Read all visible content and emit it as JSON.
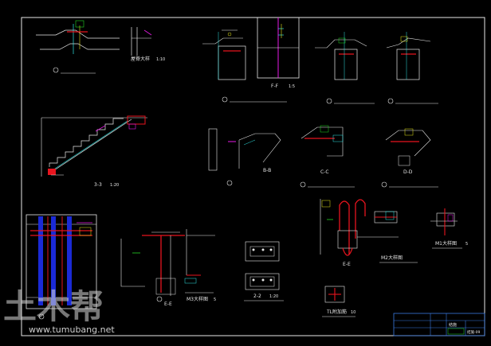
{
  "labels": {
    "ridge": "屋脊大样",
    "ridge_scale": "1:10",
    "ff": "F-F",
    "ff_scale": "1:5",
    "s33": "3-3",
    "s33_scale": "1:20",
    "bb": "B-B",
    "cc": "C-C",
    "dd": "D-D",
    "ee": "E-E",
    "ee2": "E-E",
    "m3": "M3大样图",
    "m3_scale": "5",
    "m2": "M2大样图",
    "m1": "M1大样图",
    "m1_scale": "5",
    "s22": "2-2",
    "s22_scale": "1:20",
    "tl": "TL附加筋",
    "tl_scale": "10"
  },
  "title_block": {
    "name": "结施",
    "drawing_no": "结施-09"
  },
  "watermark": {
    "cn": "土木帮",
    "url": "www.tumubang.net"
  },
  "colors": {
    "background": "#000000",
    "line": "#e8e8e8",
    "red": "#e8141e",
    "blue": "#1a2ad6",
    "cyan": "#2fe3e3",
    "magenta": "#e61ae6",
    "yellow": "#e3e31a",
    "green": "#22d622",
    "frame": "#3a7be0"
  }
}
